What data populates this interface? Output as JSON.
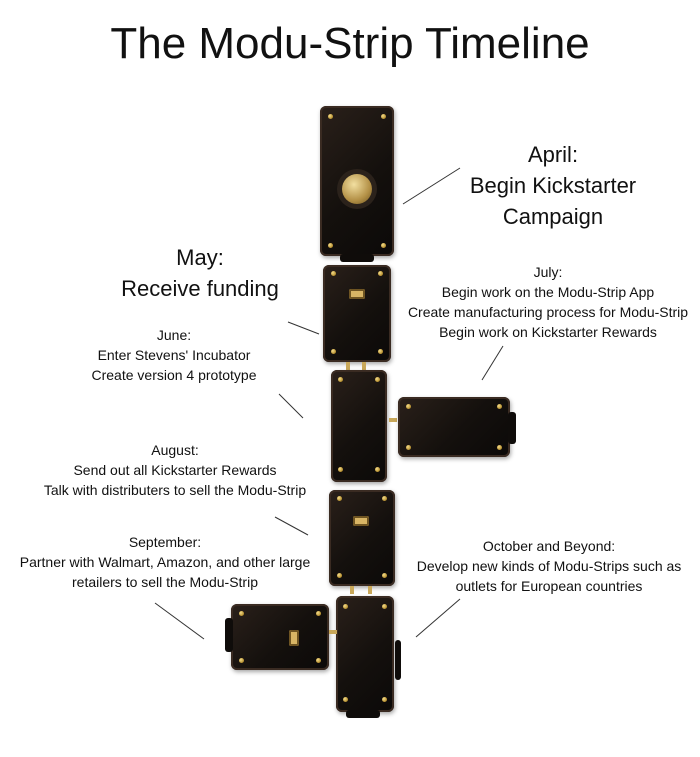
{
  "title": "The Modu-Strip Timeline",
  "milestones": {
    "april": {
      "heading": "April:",
      "lines": [
        "Begin Kickstarter",
        "Campaign"
      ]
    },
    "may": {
      "heading": "May:",
      "lines": [
        "Receive funding"
      ]
    },
    "july": {
      "heading": "July:",
      "lines": [
        "Begin work on the Modu-Strip App",
        "Create manufacturing process for Modu-Strip",
        "Begin work on Kickstarter Rewards"
      ]
    },
    "june": {
      "heading": "June:",
      "lines": [
        "Enter Stevens' Incubator",
        "Create version 4 prototype"
      ]
    },
    "august": {
      "heading": "August:",
      "lines": [
        "Send out all Kickstarter Rewards",
        "Talk with distributers to sell the Modu-Strip"
      ]
    },
    "september": {
      "heading": "September:",
      "lines": [
        "Partner with Walmart, Amazon, and other large",
        "retailers to sell the Modu-Strip"
      ]
    },
    "october": {
      "heading": "October and Beyond:",
      "lines": [
        "Develop new kinds of Modu-Strips such as",
        "outlets for European countries"
      ]
    }
  },
  "colors": {
    "background": "#ffffff",
    "text": "#111111",
    "module": "#1a1410",
    "screw": "#c9a24a"
  }
}
